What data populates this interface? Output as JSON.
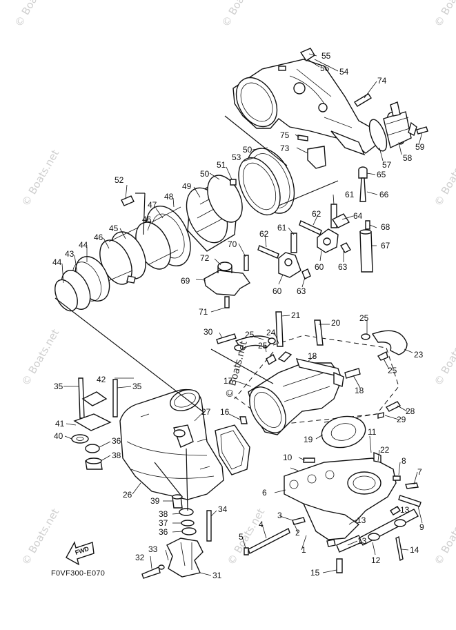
{
  "watermark": "© Boats.net",
  "diagram_code": "F0VF300-E070",
  "fwd_label": "FWD",
  "callouts": [
    "1",
    "2",
    "3",
    "4",
    "5",
    "6",
    "7",
    "8",
    "9",
    "10",
    "11",
    "12",
    "13",
    "14",
    "15",
    "16",
    "17",
    "18",
    "19",
    "20",
    "21",
    "22",
    "23",
    "24",
    "25",
    "26",
    "27",
    "28",
    "29",
    "30",
    "31",
    "32",
    "33",
    "34",
    "35",
    "36",
    "37",
    "38",
    "39",
    "40",
    "41",
    "42",
    "43",
    "44",
    "45",
    "46",
    "47",
    "48",
    "49",
    "50",
    "51",
    "52",
    "53",
    "54",
    "55",
    "56",
    "57",
    "58",
    "59",
    "60",
    "61",
    "62",
    "63",
    "64",
    "65",
    "66",
    "67",
    "68",
    "69",
    "70",
    "71",
    "72",
    "73",
    "74",
    "75"
  ]
}
